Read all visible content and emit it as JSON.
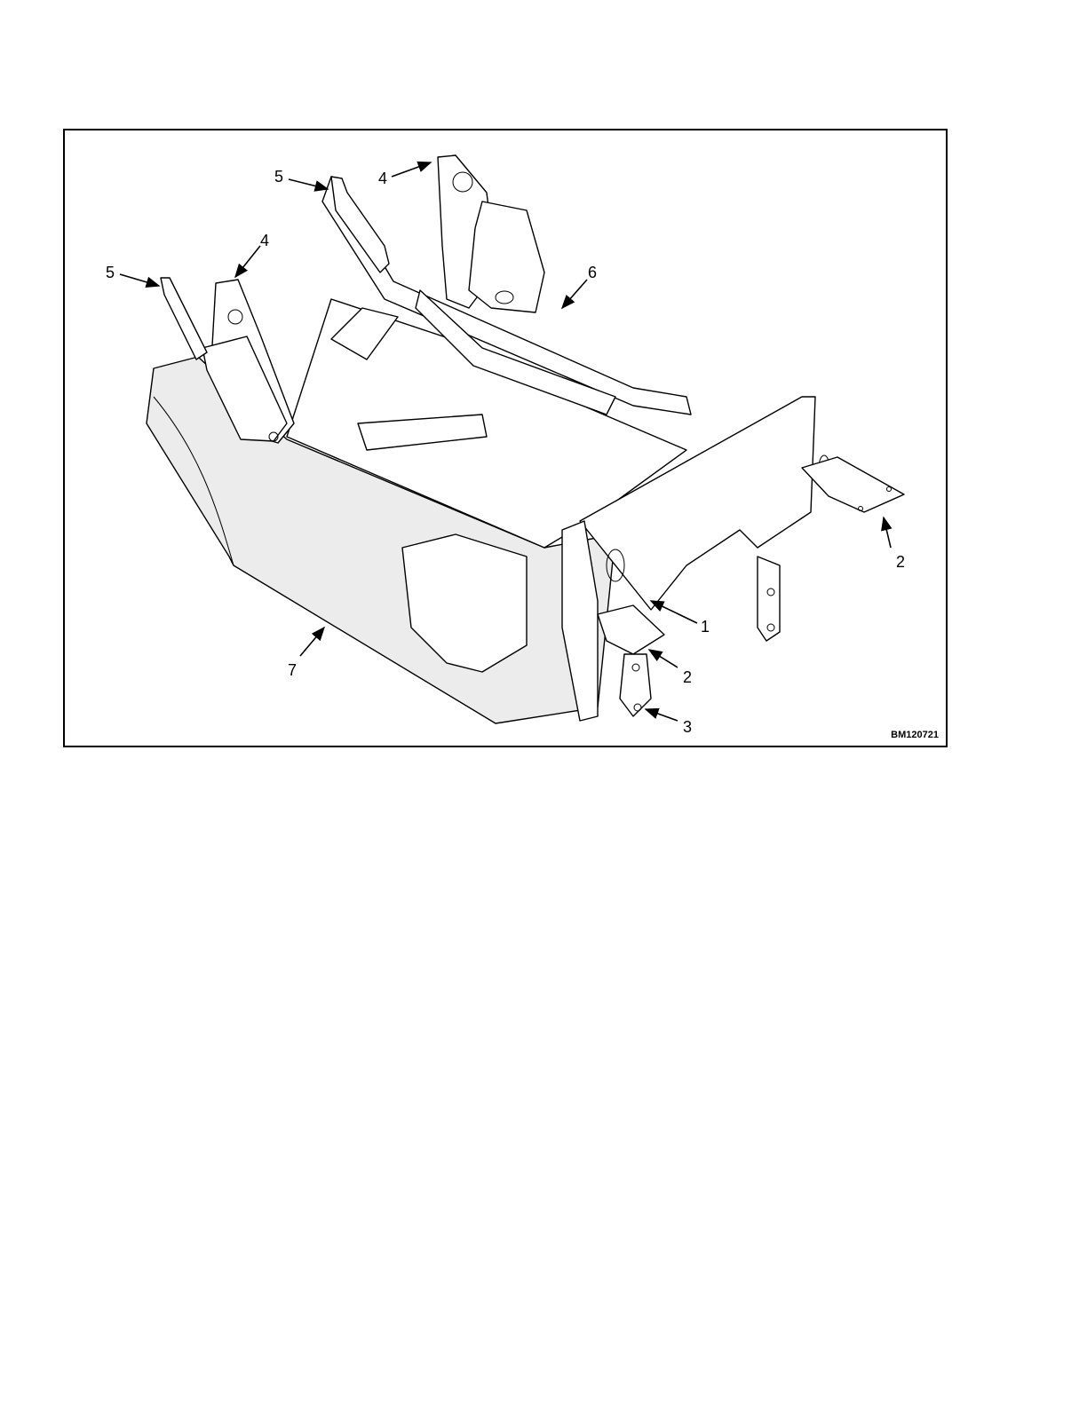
{
  "figure": {
    "id": "BM120721",
    "callouts": [
      {
        "label": "1"
      },
      {
        "label": "2"
      },
      {
        "label": "2"
      },
      {
        "label": "3"
      },
      {
        "label": "4"
      },
      {
        "label": "4"
      },
      {
        "label": "5"
      },
      {
        "label": "5"
      },
      {
        "label": "6"
      },
      {
        "label": "7"
      }
    ]
  }
}
